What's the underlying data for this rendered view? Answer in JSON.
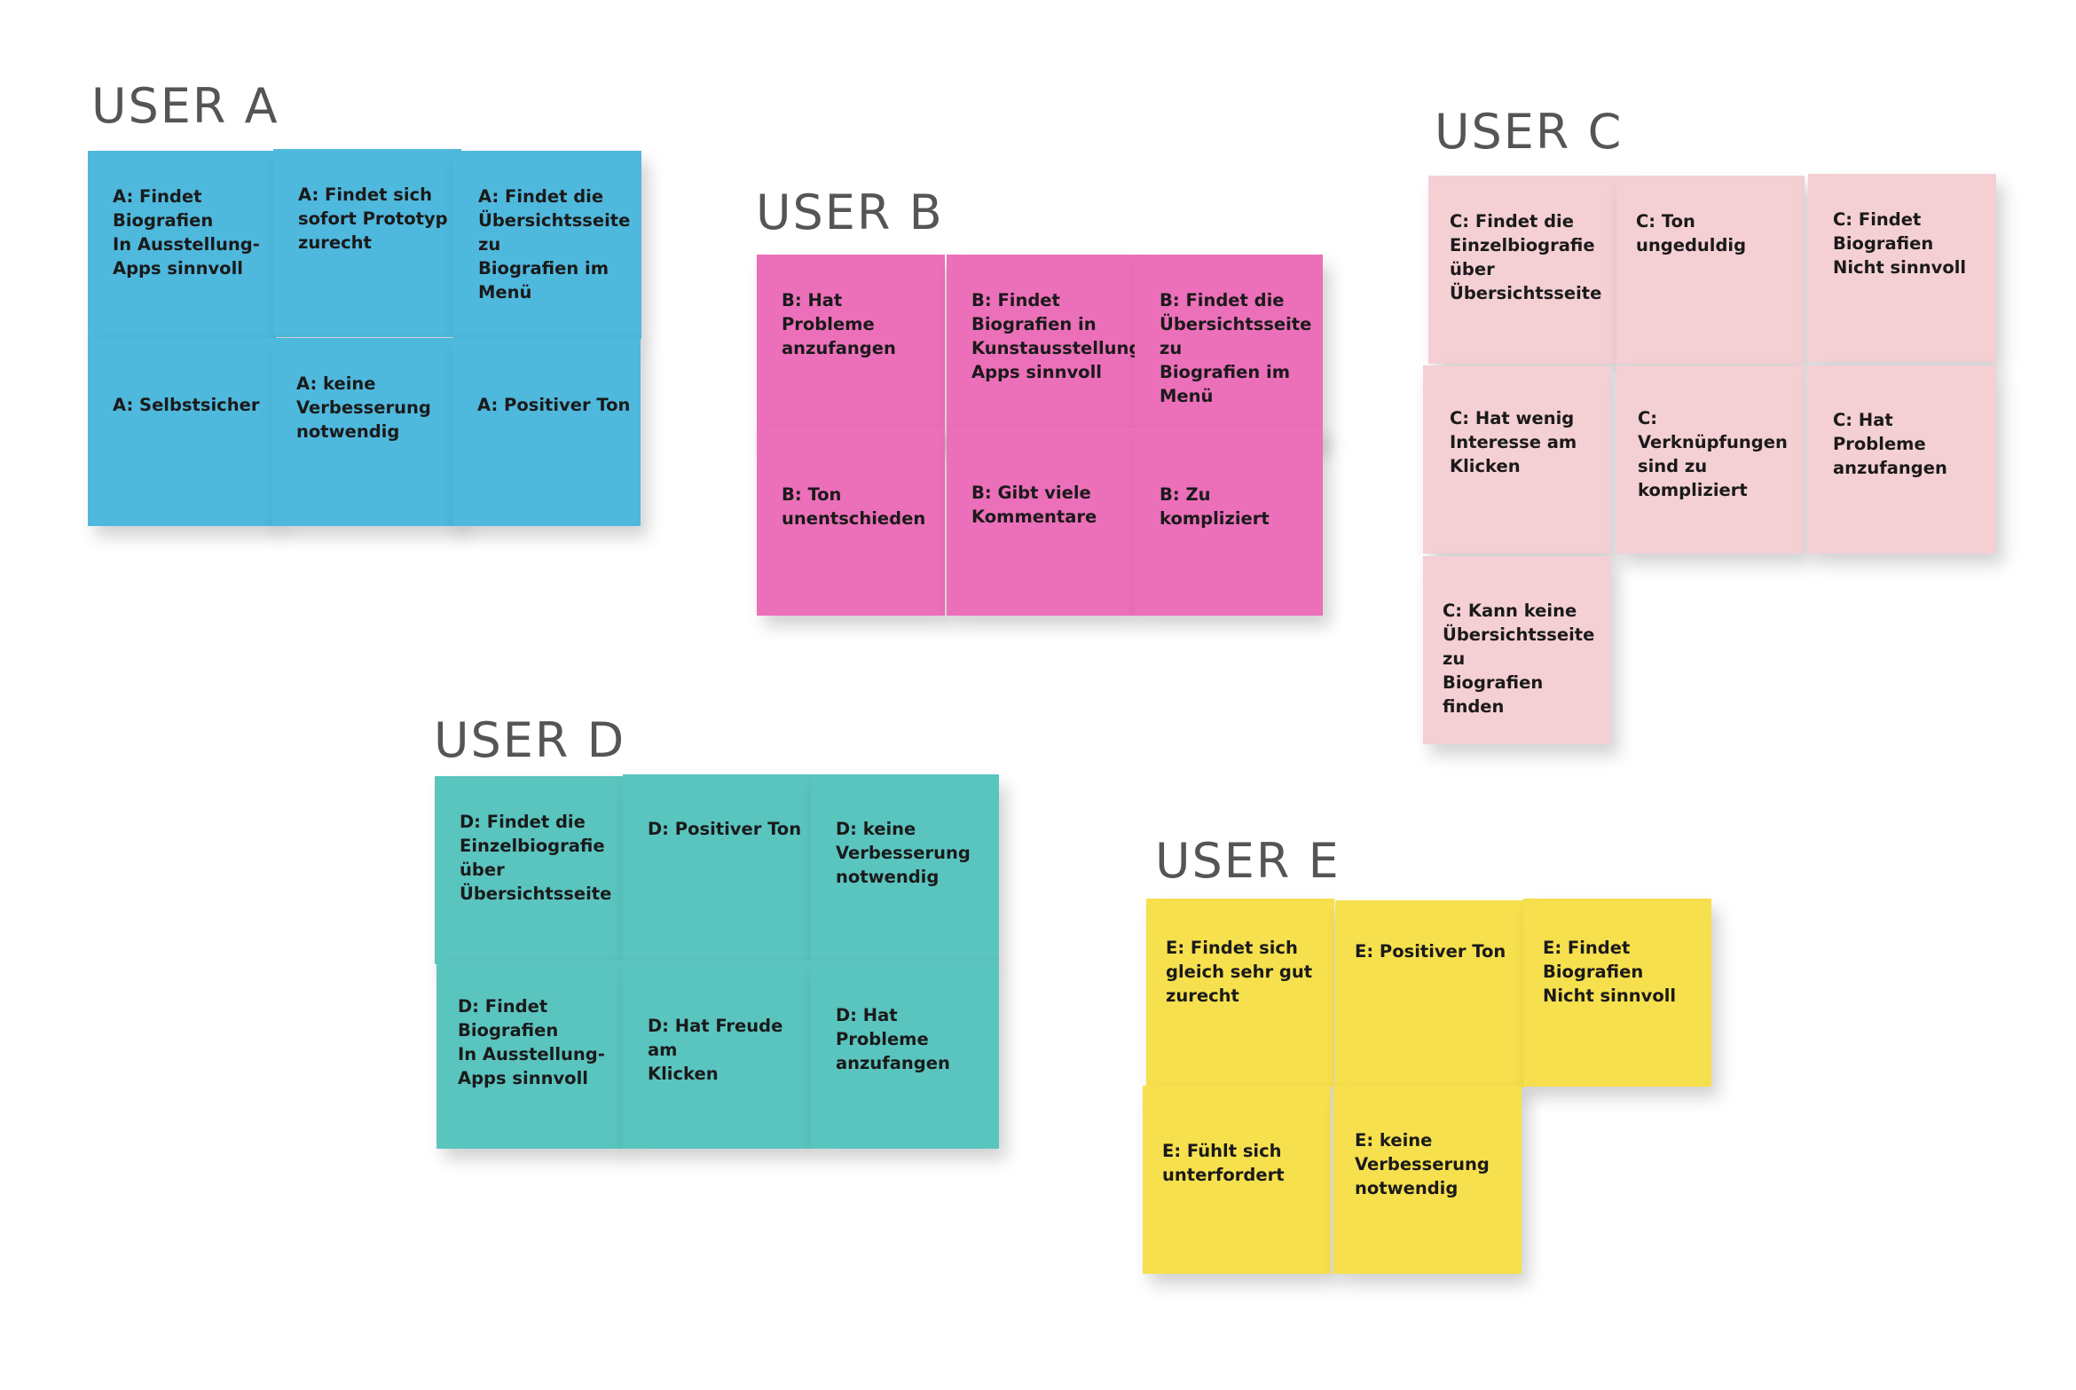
{
  "colors": {
    "user_a": "#4fb8dd",
    "user_b": "#ec6fb9",
    "user_c": "#f4cfd4",
    "user_d": "#5ac4bf",
    "user_e": "#f6e04d",
    "title_text": "#555555"
  },
  "groups": [
    {
      "title": "USER A",
      "notes": [
        "A: Findet\nBiografien\nIn Ausstellung-\nApps sinnvoll",
        "A: Findet sich\nsofort Prototyp\nzurecht",
        "A: Findet die\nÜbersichtsseite zu\nBiografien im\nMenü",
        "A: Selbstsicher",
        "A: keine\nVerbesserung\nnotwendig",
        "A: Positiver Ton"
      ]
    },
    {
      "title": "USER B",
      "notes": [
        "B: Hat Probleme\nanzufangen",
        "B: Findet\nBiografien in\nKunstausstellung-\nApps sinnvoll",
        "B: Findet die\nÜbersichtsseite zu\nBiografien im\nMenü",
        "B: Ton\nunentschieden",
        "B: Gibt viele\nKommentare",
        "B: Zu kompliziert"
      ]
    },
    {
      "title": "USER C",
      "notes": [
        "C: Findet die\nEinzelbiografie\nüber\nÜbersichtsseite",
        "C: Ton ungeduldig",
        "C: Findet\nBiografien\nNicht sinnvoll",
        "C: Hat wenig\nInteresse am\nKlicken",
        "C: Verknüpfungen\nsind zu kompliziert",
        "C: Hat Probleme\nanzufangen",
        "C: Kann keine\nÜbersichtsseite zu\nBiografien finden"
      ]
    },
    {
      "title": "USER D",
      "notes": [
        "D: Findet die\nEinzelbiografie\nüber\nÜbersichtsseite",
        "D: Positiver Ton",
        "D: keine\nVerbesserung\nnotwendig",
        "D: Findet\nBiografien\nIn Ausstellung-\nApps sinnvoll",
        "D: Hat Freude am\nKlicken",
        "D: Hat Probleme\nanzufangen"
      ]
    },
    {
      "title": "USER E",
      "notes": [
        "E: Findet sich\ngleich sehr gut\nzurecht",
        "E: Positiver Ton",
        "E: Findet\nBiografien\nNicht sinnvoll",
        "E: Fühlt sich\nunterfordert",
        "E: keine\nVerbesserung\nnotwendig"
      ]
    }
  ]
}
